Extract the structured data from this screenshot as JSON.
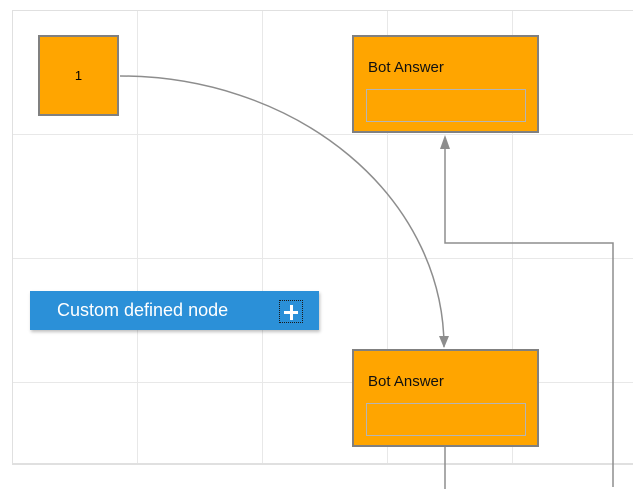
{
  "diagram": {
    "node1": {
      "label": "1"
    },
    "bot_answer_top": {
      "title": "Bot Answer"
    },
    "bot_answer_bottom": {
      "title": "Bot Answer"
    }
  },
  "palette": {
    "custom_node_label": "Custom defined node",
    "icon": "plus-icon"
  },
  "colors": {
    "node_fill": "#FFA500",
    "node_border": "#808080",
    "button_fill": "#2B90D8",
    "connector": "#8D8D8D",
    "grid": "#E8E8E8"
  }
}
